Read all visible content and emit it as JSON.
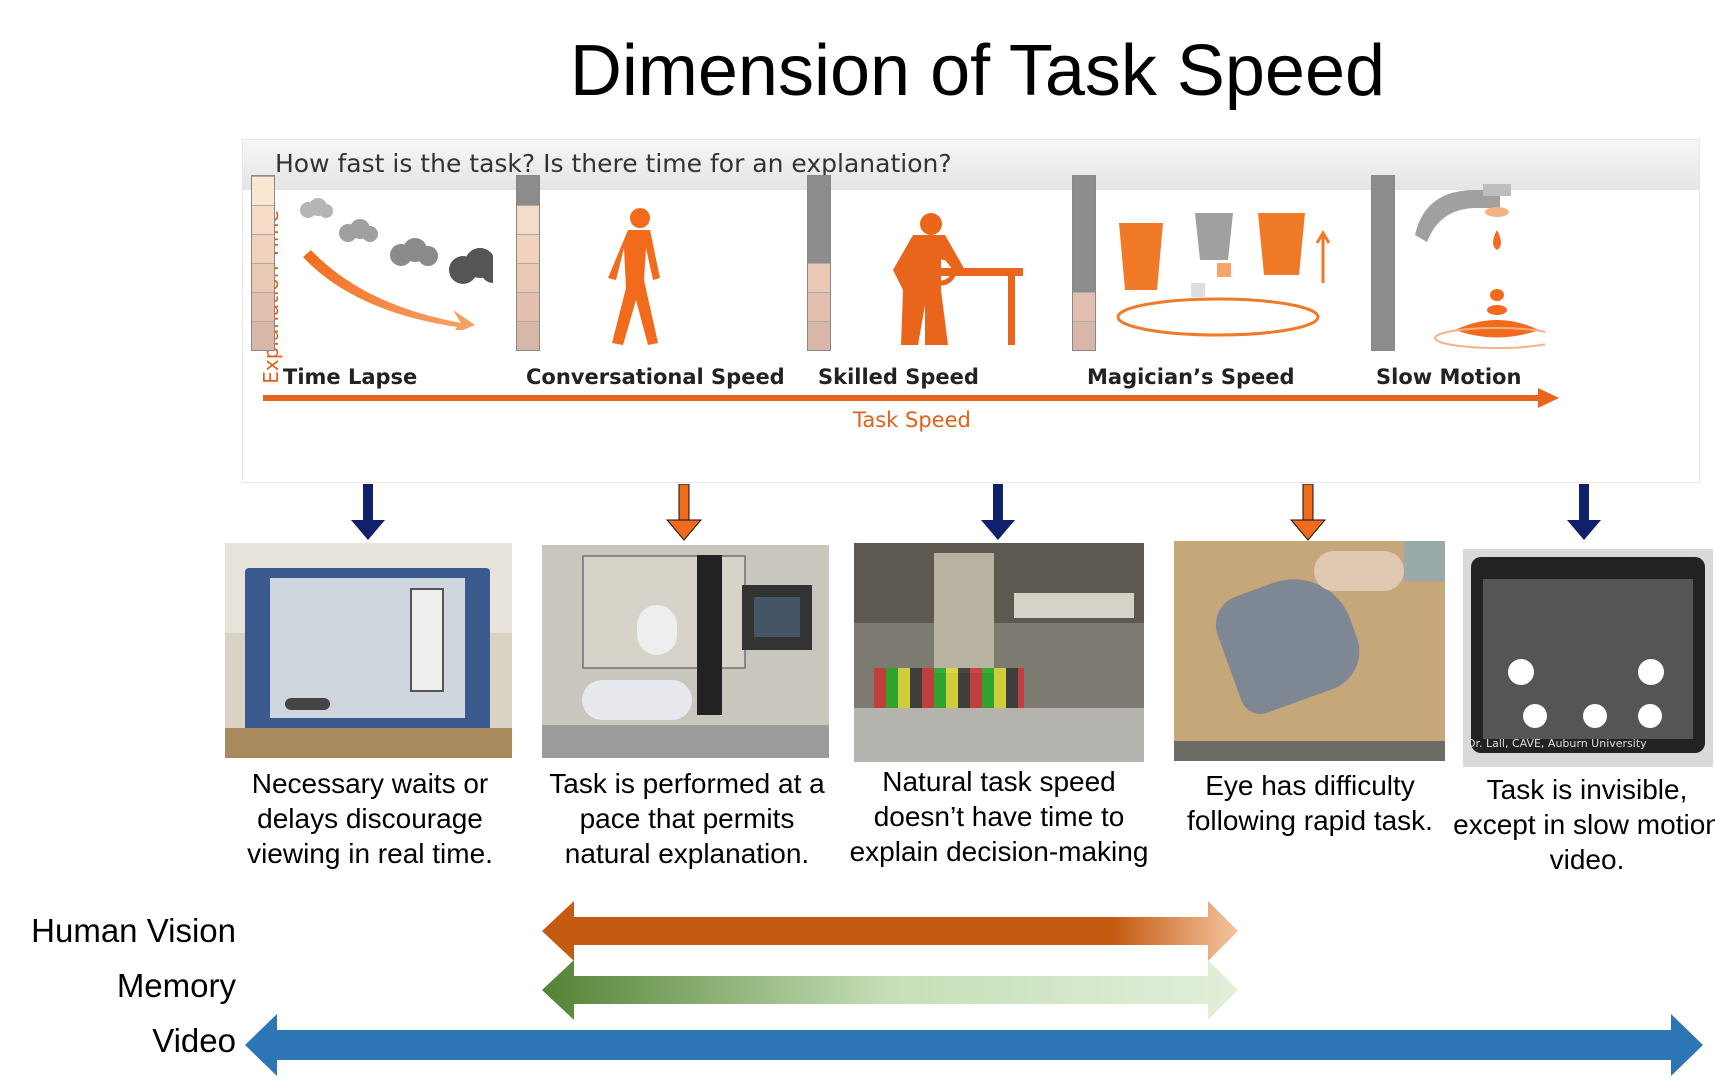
{
  "title": "Dimension of Task Speed",
  "panel": {
    "question": "How fast is the task? Is there time for an explanation?",
    "vertical_axis_label": "Explanation Time",
    "horizontal_axis_label": "Task Speed",
    "speeds": [
      {
        "label": "Time Lapse",
        "arrow_color": "#10206a",
        "icon": "clouds-icon"
      },
      {
        "label": "Conversational Speed",
        "arrow_color": "#f26a1b",
        "icon": "walking-person-icon"
      },
      {
        "label": "Skilled Speed",
        "arrow_color": "#10206a",
        "icon": "worker-saw-icon"
      },
      {
        "label": "Magician’s Speed",
        "arrow_color": "#f26a1b",
        "icon": "cups-trick-icon"
      },
      {
        "label": "Slow Motion",
        "arrow_color": "#10206a",
        "icon": "faucet-drop-icon"
      }
    ]
  },
  "captions": [
    "Necessary waits or delays discourage viewing in real time.",
    "Task is performed at a pace that permits natural explanation.",
    "Natural task speed doesn’t have time to explain decision-making",
    "Eye has difficulty following rapid task.",
    "Task is invisible, except in slow motion video."
  ],
  "photo_watermark": "Dr. Lall, CAVE, Auburn University",
  "ranges": [
    {
      "label": "Human Vision",
      "color": "#c55a11"
    },
    {
      "label": "Memory",
      "color": "#548235"
    },
    {
      "label": "Video",
      "color": "#2e75b6"
    }
  ]
}
